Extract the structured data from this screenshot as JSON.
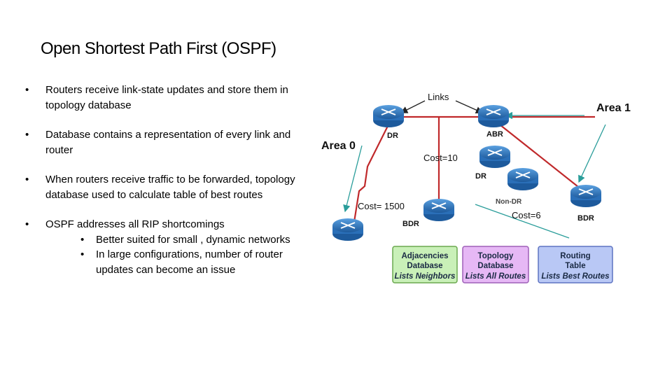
{
  "slide": {
    "title": "Open Shortest Path First (OSPF)",
    "bullets": [
      "Routers receive link-state updates and store them in topology database",
      "Database contains a representation of every link and router",
      "When routers receive traffic to be forwarded, topology database used to calculate table of best routes",
      "OSPF addresses all RIP shortcomings"
    ],
    "sub_bullets": [
      "Better suited for small , dynamic networks",
      "In large configurations, number of router updates can become an issue"
    ],
    "bullet_glyph": "•"
  },
  "diagram": {
    "labels": {
      "links": "Links",
      "area1": "Area 1",
      "area0": "Area 0",
      "dr": "DR",
      "abr": "ABR",
      "cost10": "Cost=10",
      "dr2": "DR",
      "nondr": "Non-DR",
      "cost1500": "Cost= 1500",
      "cost6": "Cost=6",
      "bdr_left": "BDR",
      "bdr_right": "BDR"
    },
    "boxes": [
      {
        "line1": "Adjacencies",
        "line2": "Database",
        "line3": "Lists Neighbors",
        "color": "#c9f0b8",
        "border": "#6aa84f"
      },
      {
        "line1": "Topology",
        "line2": "Database",
        "line3": "Lists All Routes",
        "color": "#e6b8f5",
        "border": "#9e5fb8"
      },
      {
        "line1": "Routing",
        "line2": "Table",
        "line3": "Lists Best Routes",
        "color": "#b9c8f5",
        "border": "#5d73c2"
      }
    ],
    "colors": {
      "router_fill": "#2a6fb8",
      "router_top": "#5aa0e0",
      "link_red": "#c0292b",
      "arrow_teal": "#2a9d9a",
      "arrow_dark": "#222222"
    }
  }
}
